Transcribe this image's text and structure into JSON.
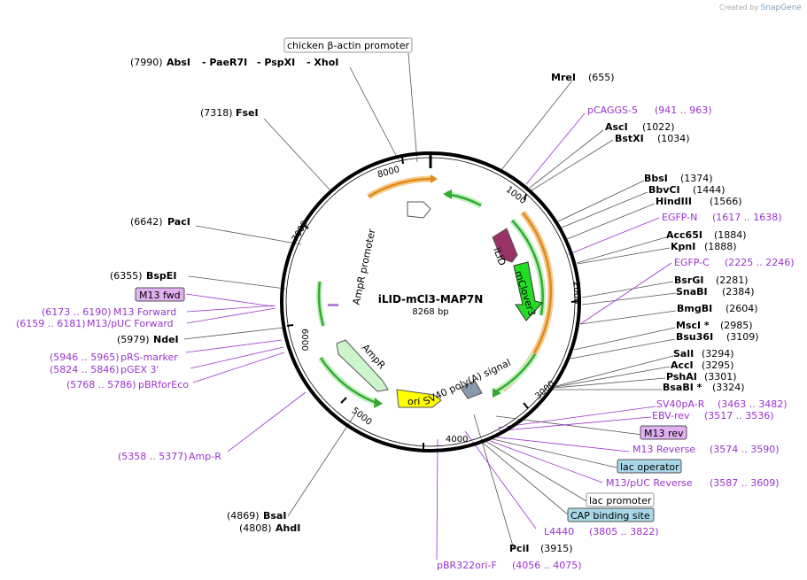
{
  "credit": {
    "prefix": "Created by",
    "brand": "SnapGene"
  },
  "plasmid": {
    "name": "iLID-mCl3-MAP7N",
    "size": "8268 bp"
  },
  "ticks": [
    "1000",
    "2000",
    "3000",
    "4000",
    "5000",
    "6000",
    "7000",
    "8000"
  ],
  "features": {
    "promoter_chicken": "chicken β-actin promoter",
    "ampr_promoter": "AmpR promoter",
    "ampr": "AmpR",
    "ori": "ori",
    "ilid": "iLID",
    "mclover": "mClover3",
    "sv40": "SV40 poly(A) signal"
  },
  "sites_left": [
    {
      "pos": "(7990)",
      "name": "AbsI",
      "extra": [
        "- PaeR7I",
        "- PspXI",
        "- XhoI"
      ]
    },
    {
      "pos": "(7318)",
      "name": "FseI"
    },
    {
      "pos": "(6642)",
      "name": "PacI"
    },
    {
      "pos": "(6355)",
      "name": "BspEI"
    },
    {
      "pos": "(5979)",
      "name": "NdeI"
    },
    {
      "pos": "(4869)",
      "name": "BsaI"
    },
    {
      "pos": "(4808)",
      "name": "AhdI"
    }
  ],
  "sites_right": [
    {
      "name": "MreI",
      "pos": "(655)"
    },
    {
      "name": "AscI",
      "pos": "(1022)"
    },
    {
      "name": "BstXI",
      "pos": "(1034)"
    },
    {
      "name": "BbsI",
      "pos": "(1374)"
    },
    {
      "name": "BbvCI",
      "pos": "(1444)"
    },
    {
      "name": "HindIII",
      "pos": "(1566)"
    },
    {
      "name": "Acc65I",
      "pos": "(1884)"
    },
    {
      "name": "KpnI",
      "pos": "(1888)"
    },
    {
      "name": "BsrGI",
      "pos": "(2281)"
    },
    {
      "name": "SnaBI",
      "pos": "(2384)"
    },
    {
      "name": "BmgBI",
      "pos": "(2604)"
    },
    {
      "name": "MscI *",
      "pos": "(2985)"
    },
    {
      "name": "Bsu36I",
      "pos": "(3109)"
    },
    {
      "name": "SalI",
      "pos": "(3294)"
    },
    {
      "name": "AccI",
      "pos": "(3295)"
    },
    {
      "name": "PshAI",
      "pos": "(3301)"
    },
    {
      "name": "BsaBI *",
      "pos": "(3324)"
    },
    {
      "name": "PciI",
      "pos": "(3915)"
    }
  ],
  "primers_right": [
    {
      "name": "pCAGGS-5",
      "range": "(941 .. 963)"
    },
    {
      "name": "EGFP-N",
      "range": "(1617 .. 1638)"
    },
    {
      "name": "EGFP-C",
      "range": "(2225 .. 2246)"
    },
    {
      "name": "SV40pA-R",
      "range": "(3463 .. 3482)"
    },
    {
      "name": "EBV-rev",
      "range": "(3517 .. 3536)"
    },
    {
      "name": "M13 Reverse",
      "range": "(3574 .. 3590)"
    },
    {
      "name": "M13/pUC Reverse",
      "range": "(3587 .. 3609)"
    },
    {
      "name": "L4440",
      "range": "(3805 .. 3822)"
    },
    {
      "name": "pBR322ori-F",
      "range": "(4056 .. 4075)"
    }
  ],
  "primers_left": [
    {
      "range": "(6173 .. 6190)",
      "name": "M13 Forward"
    },
    {
      "range": "(6159 .. 6181)",
      "name": "M13/pUC Forward"
    },
    {
      "range": "(5946 .. 5965)",
      "name": "pRS-marker"
    },
    {
      "range": "(5824 .. 5846)",
      "name": "pGEX 3'"
    },
    {
      "range": "(5768 .. 5786)",
      "name": "pBRforEco"
    },
    {
      "range": "(5358 .. 5377)",
      "name": "Amp-R"
    }
  ],
  "boxes": {
    "m13_fwd": "M13 fwd",
    "m13_rev": "M13 rev",
    "lac_operator": "lac operator",
    "lac_promoter": "lac promoter",
    "cap_site": "CAP binding site"
  },
  "colors": {
    "backbone": "#000000",
    "primer": "#9933cc",
    "green_arrow": "#33cc33",
    "orange_arc": "#e08a1e",
    "ilid": "#993366",
    "mclover": "#22dd22",
    "ori": "#ffff00",
    "box_purple": "#e0b0f0",
    "box_blue": "#a8d8e8"
  }
}
